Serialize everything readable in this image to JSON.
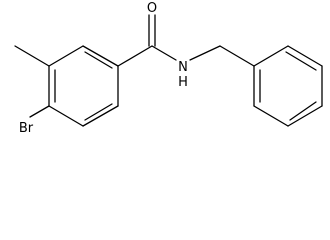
{
  "molecule": {
    "atoms": {
      "oxygen": "O",
      "nitrogen": "N",
      "hydrogen": "H",
      "bromine": "Br"
    }
  },
  "colors": {
    "bond": "#000000",
    "label": "#000000",
    "background": "#ffffff"
  }
}
